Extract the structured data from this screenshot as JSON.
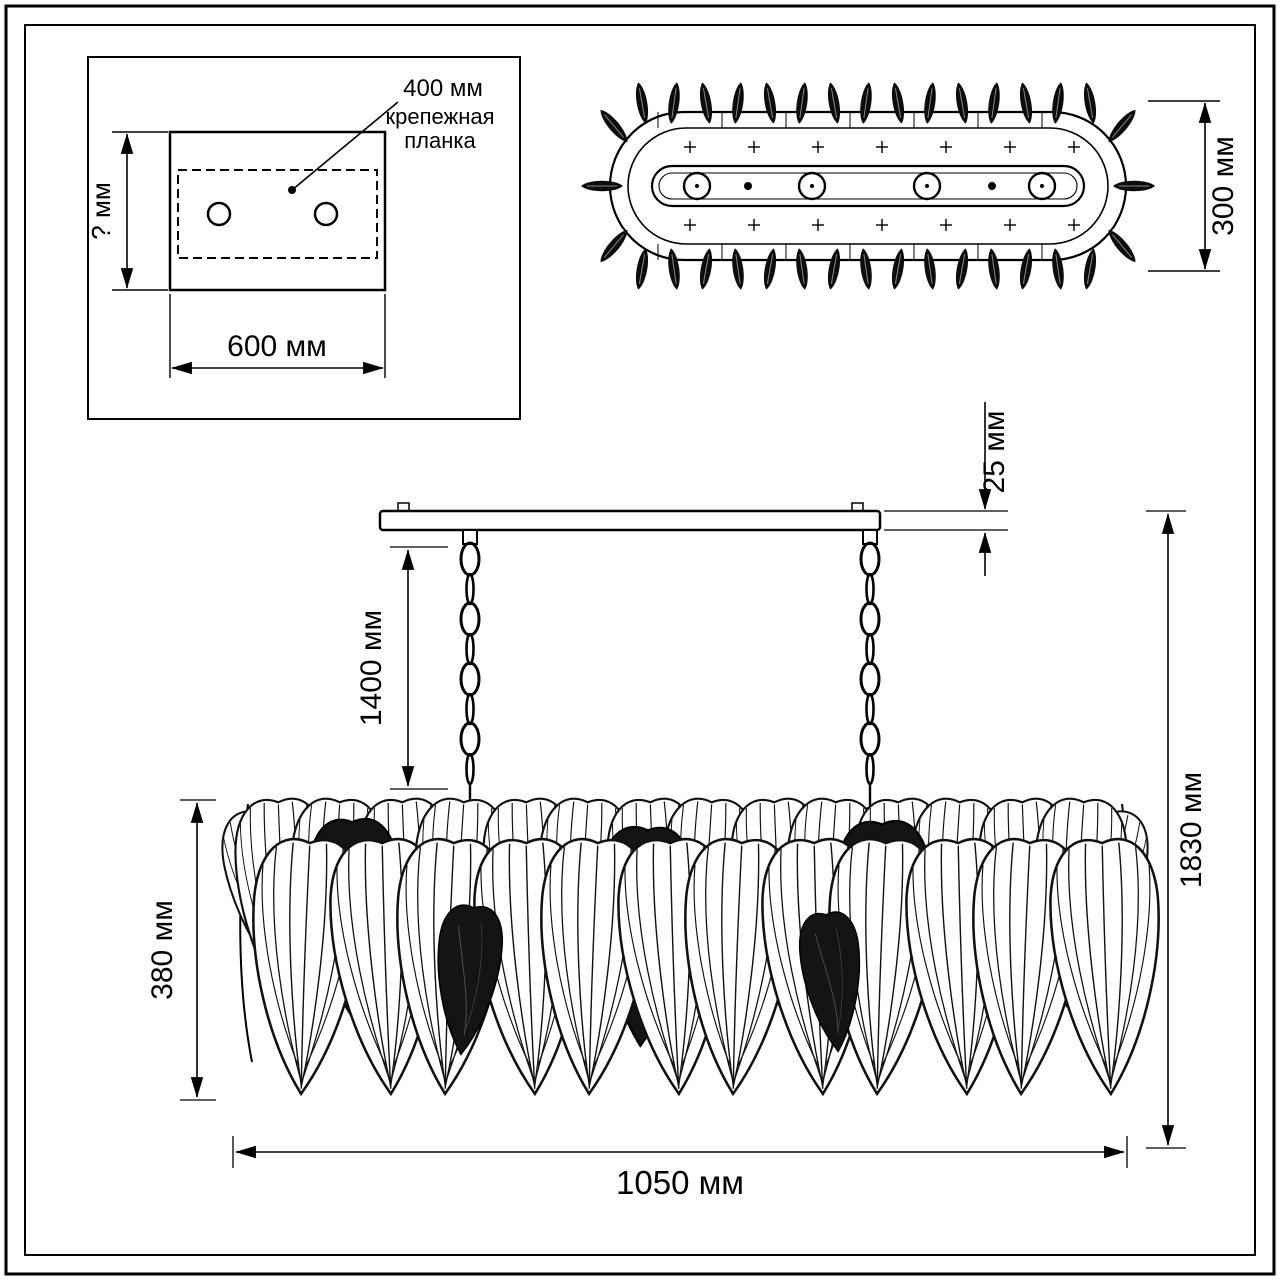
{
  "drawing": {
    "mounting_plate": {
      "height": "? мм",
      "width": "600 мм",
      "bracket_length": "400 мм",
      "bracket_name_lines": [
        "крепежная",
        "планка"
      ]
    },
    "top_view": {
      "depth": "300 мм"
    },
    "front_view": {
      "canopy_height": "25 мм",
      "chain_length": "1400 мм",
      "total_height": "1830 мм",
      "body_height": "380 мм",
      "body_width": "1050 мм"
    }
  },
  "colors": {
    "line": "#000000",
    "dark_leaf": "#141414",
    "background": "#ffffff"
  }
}
